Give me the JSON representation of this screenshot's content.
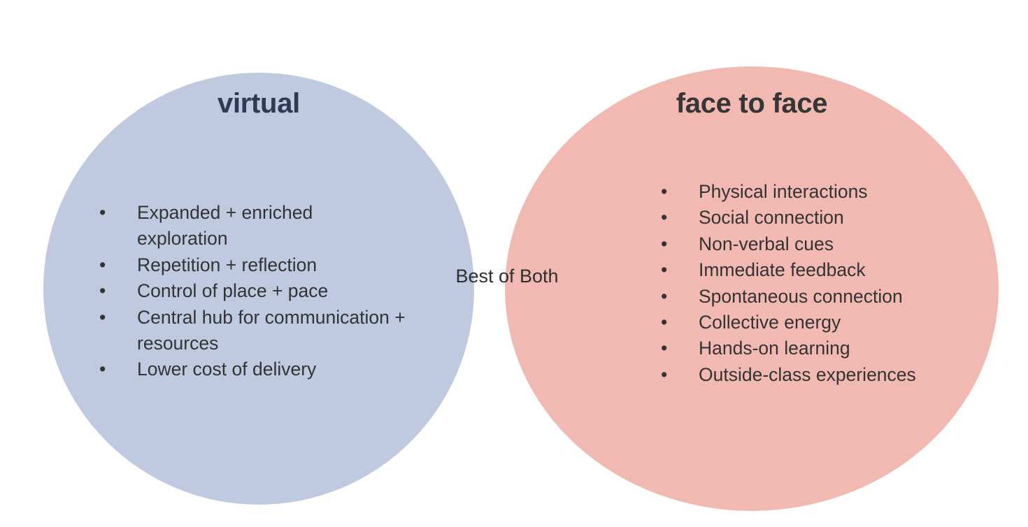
{
  "diagram": {
    "type": "venn",
    "background_color": "#ffffff",
    "left_circle": {
      "title": "virtual",
      "title_color": "#2e3a54",
      "fill_color": "#bfc9e0",
      "items": [
        "Expanded + enriched exploration",
        "Repetition + reflection",
        "Control of place + pace",
        "Central hub for communication + resources",
        "Lower cost of delivery"
      ]
    },
    "right_circle": {
      "title": "face to face",
      "title_color": "#353535",
      "fill_color": "#f2b9b3",
      "items": [
        "Physical interactions",
        "Social connection",
        "Non-verbal cues",
        "Immediate feedback",
        "Spontaneous connection",
        "Collective energy",
        "Hands-on learning",
        "Outside-class experiences"
      ]
    },
    "overlap": {
      "label": "Best of Both",
      "fill_color": "#d1a0a6",
      "text_color": "#2e2e2e"
    },
    "bullet_glyph": "•",
    "body_text_color": "#333333"
  }
}
